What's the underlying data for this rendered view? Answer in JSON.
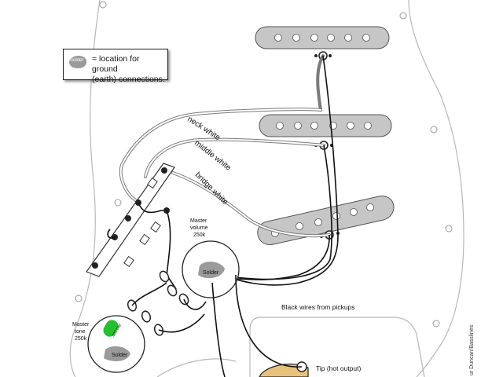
{
  "legend": {
    "blob_label": "Solder",
    "text_line1": "= location for ground",
    "text_line2": "(earth) connections."
  },
  "wire_labels": {
    "neck": "neck white",
    "middle": "middle white",
    "bridge": "bridge white",
    "black": "Black wires from pickups"
  },
  "volume_pot": {
    "label_line1": "Master",
    "label_line2": "volume",
    "label_line3": "250k",
    "solder": "Solder"
  },
  "tone_pot": {
    "label_line1": "Master",
    "label_line2": "tone",
    "label_line3": "250k",
    "solder": "Solder",
    "cap_label": ".022 cap"
  },
  "jack": {
    "tip_label": "Tip (hot output)"
  },
  "credit": "ur Duncan/Basslines",
  "colors": {
    "pickup": "#c6c6c6",
    "solder": "#9a9a9a",
    "capacitor": "#22c02a",
    "jack": "#e8c27a"
  }
}
